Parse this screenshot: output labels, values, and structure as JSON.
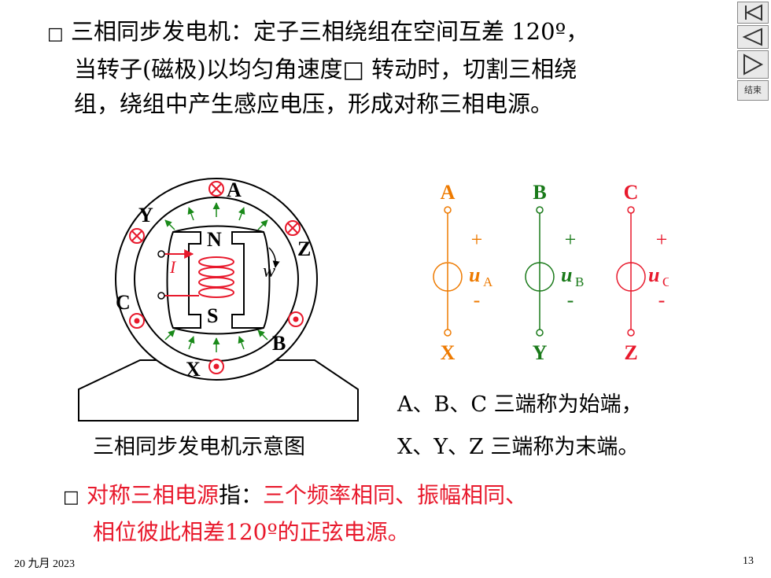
{
  "nav": {
    "first_icon": "skip-to-first-icon",
    "prev_icon": "previous-icon",
    "next_icon": "next-icon",
    "end_label": "结束"
  },
  "intro": {
    "bullet": "□",
    "line1": "三相同步发电机：定子三相绕组在空间互差 120º，",
    "line2": "当转子(磁极)以均匀角速度□  转动时，切割三相绕",
    "line3": "组，绕组中产生感应电压，形成对称三相电源。"
  },
  "generator": {
    "label_A": "A",
    "label_X": "X",
    "label_B": "B",
    "label_Y": "Y",
    "label_C": "C",
    "label_Z": "Z",
    "label_N": "N",
    "label_S": "S",
    "label_current": "I",
    "label_omega": "w",
    "caption": "三相同步发电机示意图"
  },
  "sources": [
    {
      "top": "A",
      "bottom": "X",
      "plus": "+",
      "minus": "-",
      "u": "u",
      "sub": "A",
      "color": "#ee7a00"
    },
    {
      "top": "B",
      "bottom": "Y",
      "plus": "+",
      "minus": "-",
      "u": "u",
      "sub": "B",
      "color": "#1a7a1a"
    },
    {
      "top": "C",
      "bottom": "Z",
      "plus": "+",
      "minus": "-",
      "u": "u",
      "sub": "C",
      "color": "#e8192c"
    }
  ],
  "terminals": {
    "start_line": "A、B、C 三端称为始端，",
    "end_line": "X、Y、Z 三端称为末端。"
  },
  "definition": {
    "bullet": "□",
    "term": "对称三相电源",
    "zhi": "指：",
    "line1_rest": "三个频率相同、振幅相同、",
    "line2": "相位彼此相差120º的正弦电源。"
  },
  "footer": {
    "date": "20 九月 2023",
    "page": "13"
  }
}
